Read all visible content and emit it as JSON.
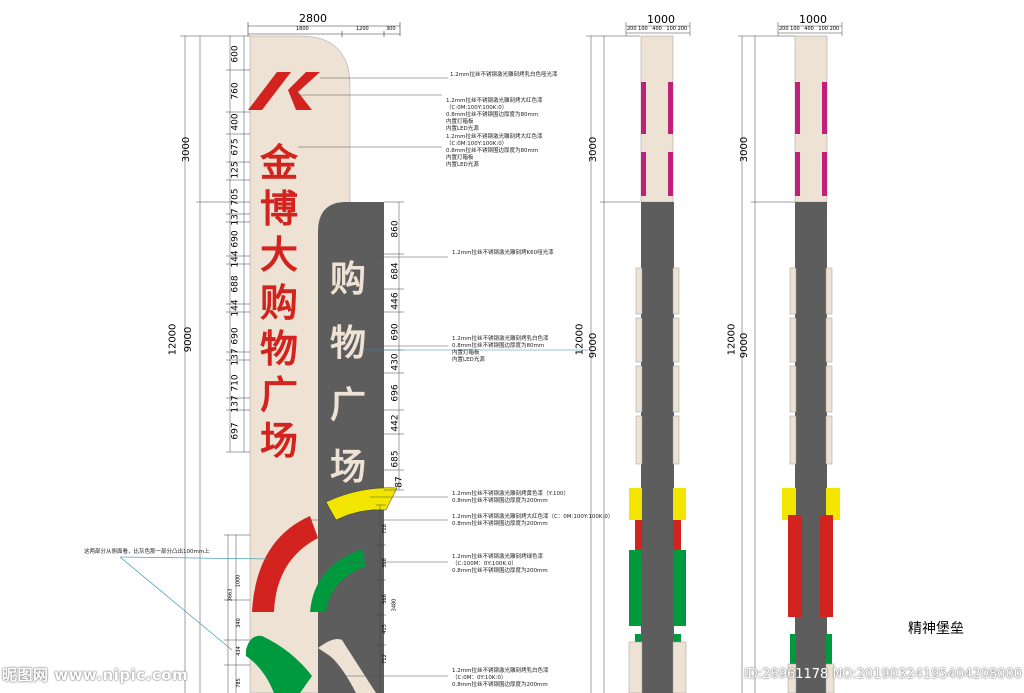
{
  "front_view": {
    "top_width": "2800",
    "top_sub_dims": [
      "1800",
      "1200",
      "300"
    ],
    "total_height": "12000",
    "upper_height": "3000",
    "lower_height": "9000",
    "left_segments": [
      "600",
      "760",
      "400",
      "675",
      "125",
      "705",
      "137",
      "690",
      "144",
      "688",
      "144",
      "690",
      "137",
      "710",
      "137",
      "697"
    ],
    "right_segments": [
      "860",
      "684",
      "446",
      "690",
      "430",
      "696",
      "442",
      "685",
      "87"
    ],
    "bottom_left_dims": [
      "3663",
      "1000",
      "340",
      "434",
      "785"
    ],
    "bottom_mid_dims": [
      "718",
      "3480",
      "566",
      "415",
      "368",
      "712"
    ],
    "main_title": [
      "金",
      "博",
      "大",
      "购",
      "物",
      "广",
      "场"
    ],
    "sub_title": [
      "购",
      "物",
      "广",
      "场"
    ],
    "logo_letter": "K"
  },
  "notes": [
    {
      "id": "n1",
      "lines": [
        "1.2mm拉丝不锈钢激光雕刻烤乳白色哑光漆"
      ]
    },
    {
      "id": "n2",
      "lines": [
        "1.2mm拉丝不锈钢激光雕刻烤大红色漆",
        "（C:0M:100Y:100K:0）",
        "0.8mm拉丝不锈钢围边厚度为80mm",
        "内置灯箱板",
        "内置LED光源"
      ]
    },
    {
      "id": "n3",
      "lines": [
        "1.2mm拉丝不锈钢激光雕刻烤大红色漆",
        "（C:0M:100Y:100K:0）",
        "0.8mm拉丝不锈钢围边厚度为80mm",
        "内置灯箱板",
        "内置LED光源"
      ]
    },
    {
      "id": "n4",
      "lines": [
        "1.2mm拉丝不锈钢激光雕刻烤K60哑光漆"
      ]
    },
    {
      "id": "n5",
      "lines": [
        "1.2mm拉丝不锈钢激光雕刻烤乳白色漆",
        "0.8mm拉丝不锈钢围边厚度为80mm",
        "内置灯箱板",
        "内置LED光源"
      ]
    },
    {
      "id": "n6",
      "lines": [
        "1.2mm拉丝不锈钢激光雕刻烤黄色漆（Y:100）",
        "0.8mm拉丝不锈钢围边厚度为200mm"
      ]
    },
    {
      "id": "n7",
      "lines": [
        "1.2mm拉丝不锈钢激光雕刻烤大红色漆（C：0M:100Y:100K:0）",
        "0.8mm拉丝不锈钢围边厚度为200mm"
      ]
    },
    {
      "id": "n8",
      "lines": [
        "1.2mm拉丝不锈钢激光雕刻烤绿色漆",
        "（C:100M：0Y:100K:0）",
        "0.8mm拉丝不锈钢围边厚度为200mm"
      ]
    },
    {
      "id": "n9",
      "lines": [
        "1.2mm拉丝不锈钢激光雕刻烤乳白色漆",
        "（C:0M：0Y:10K:0）",
        "0.8mm拉丝不锈钢围边厚度为200mm"
      ]
    }
  ],
  "left_callout": "这两部分从侧面看，比灰色那一部分凸出100mm上",
  "side_view_1": {
    "top_width": "1000",
    "top_sub_dims": [
      "200",
      "100",
      "400",
      "100",
      "200"
    ],
    "total_height": "12000",
    "upper_height": "3000",
    "lower_height": "9000"
  },
  "side_view_2": {
    "top_width": "1000",
    "top_sub_dims": [
      "200",
      "100",
      "400",
      "100",
      "200"
    ],
    "total_height": "12000",
    "upper_height": "3000",
    "lower_height": "9000"
  },
  "caption": "精神堡垒",
  "watermark": "昵图网 www.nipic.com",
  "image_id": "ID:26961178 NO:20190324195404208000",
  "colors": {
    "cream": "#EDE2D3",
    "red": "#D2231F",
    "gray": "#5D5D5E",
    "magenta": "#C1207A",
    "yellow": "#F2E500",
    "green": "#009A3E",
    "white": "#FFFFFF"
  }
}
